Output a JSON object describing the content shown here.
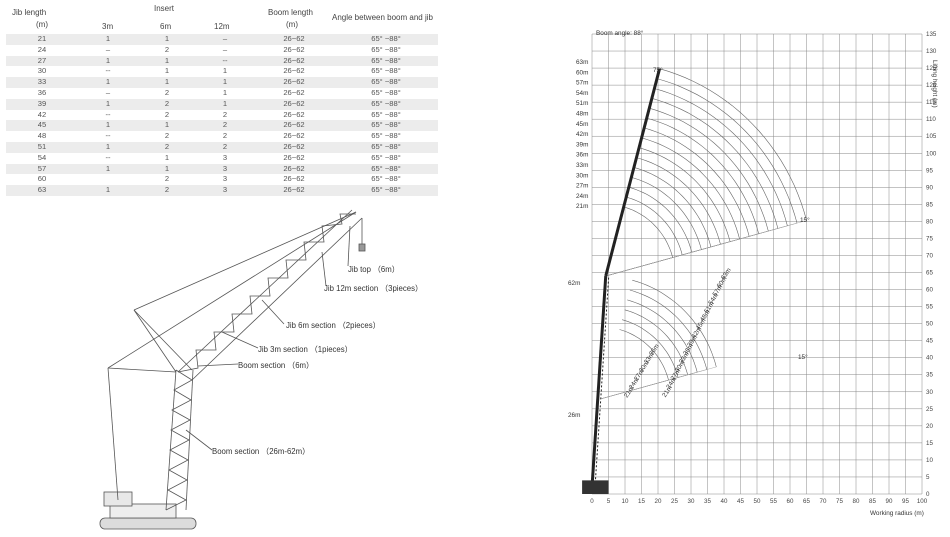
{
  "table": {
    "headers": {
      "jib_length": "Jib length",
      "jib_unit": "(m)",
      "insert": "Insert",
      "col_3m": "3m",
      "col_6m": "6m",
      "col_12m": "12m",
      "boom_length": "Boom length",
      "boom_unit": "(m)",
      "angle": "Angle between boom and jib"
    },
    "rows": [
      [
        "21",
        "1",
        "1",
        "–",
        "26~62",
        "65° ~88°"
      ],
      [
        "24",
        "–",
        "2",
        "–",
        "26~62",
        "65° ~88°"
      ],
      [
        "27",
        "1",
        "1",
        "--",
        "26~62",
        "65° ~88°"
      ],
      [
        "30",
        "--",
        "1",
        "1",
        "26~62",
        "65° ~88°"
      ],
      [
        "33",
        "1",
        "1",
        "1",
        "26~62",
        "65° ~88°"
      ],
      [
        "36",
        "–",
        "2",
        "1",
        "26~62",
        "65° ~88°"
      ],
      [
        "39",
        "1",
        "2",
        "1",
        "26~62",
        "65° ~88°"
      ],
      [
        "42",
        "--",
        "2",
        "2",
        "26~62",
        "65° ~88°"
      ],
      [
        "45",
        "1",
        "1",
        "2",
        "26~62",
        "65° ~88°"
      ],
      [
        "48",
        "--",
        "2",
        "2",
        "26~62",
        "65° ~88°"
      ],
      [
        "51",
        "1",
        "2",
        "2",
        "26~62",
        "65° ~88°"
      ],
      [
        "54",
        "--",
        "1",
        "3",
        "26~62",
        "65° ~88°"
      ],
      [
        "57",
        "1",
        "1",
        "3",
        "26~62",
        "65° ~88°"
      ],
      [
        "60",
        "",
        "2",
        "3",
        "26~62",
        "65° ~88°"
      ],
      [
        "63",
        "1",
        "2",
        "3",
        "26~62",
        "65° ~88°"
      ]
    ]
  },
  "crane": {
    "callouts": {
      "jib_top": "Jib top （6m）",
      "jib_12m": "Jib 12m section （3pieces）",
      "jib_6m": "Jib 6m section （2pieces）",
      "jib_3m": "Jib 3m section （1pieces）",
      "boom_6m": "Boom section （6m）",
      "boom_main": "Boom section （26m-62m）"
    }
  },
  "chart_data": {
    "type": "diagram",
    "title": "Boom angle: 88°",
    "xlabel": "Working radius (m)",
    "ylabel": "Lifting height (m)",
    "xlim": [
      0,
      100
    ],
    "ylim": [
      0,
      135
    ],
    "x_ticks": [
      0,
      5,
      10,
      15,
      20,
      25,
      30,
      35,
      40,
      45,
      50,
      55,
      60,
      65,
      70,
      75,
      80,
      85,
      90,
      95,
      100
    ],
    "y_ticks": [
      0,
      5,
      10,
      15,
      20,
      25,
      30,
      35,
      40,
      45,
      50,
      55,
      60,
      65,
      70,
      75,
      80,
      85,
      90,
      95,
      100,
      105,
      110,
      115,
      120,
      125,
      130,
      135
    ],
    "jib_length_labels": [
      "63m",
      "60m",
      "57m",
      "54m",
      "51m",
      "48m",
      "45m",
      "42m",
      "39m",
      "36m",
      "33m",
      "30m",
      "27m",
      "24m",
      "21m"
    ],
    "jib_angle_labels": [
      "75°",
      "15°",
      "15°"
    ],
    "boom_length_labels": [
      "62m",
      "26m"
    ],
    "jib_curve_labels_upper": [
      "63m",
      "60m",
      "57m",
      "54m",
      "51m",
      "48m",
      "45m",
      "42m",
      "39m",
      "36m",
      "33m",
      "30m",
      "27m",
      "24m",
      "21m"
    ],
    "jib_curve_labels_lower": [
      "36m",
      "33m",
      "30m",
      "27m",
      "24m",
      "21m"
    ],
    "boom_62m": {
      "length_m": 62,
      "angle_deg": 88
    },
    "boom_26m": {
      "length_m": 26,
      "angle_deg": 88
    }
  }
}
